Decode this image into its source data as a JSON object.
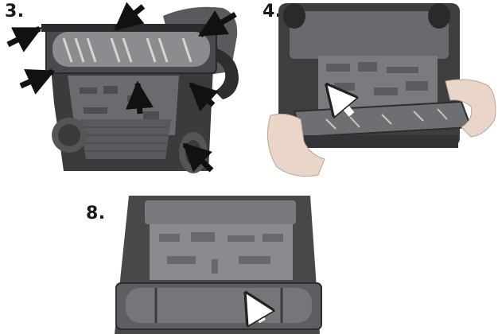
{
  "steps": [
    {
      "label": "3."
    },
    {
      "label": "4."
    },
    {
      "label": "8."
    }
  ],
  "colors": {
    "body_dark": "#3a3a3c",
    "body_mid": "#5c5c60",
    "body_light": "#8a8a8e",
    "arrow_black": "#111111",
    "arrow_white": "#ffffff",
    "skin": "#e9d6c9"
  },
  "icons": [
    "black-arrow-icon",
    "white-arrow-icon"
  ]
}
